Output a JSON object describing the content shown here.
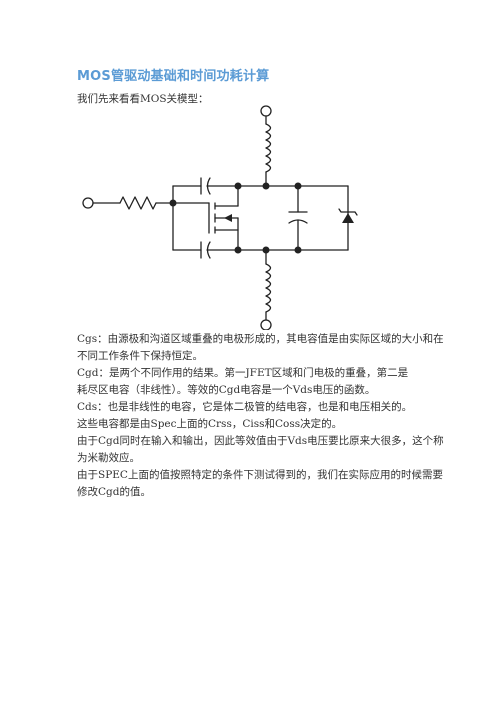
{
  "document": {
    "title": "MOS管驱动基础和时间功耗计算",
    "intro": "我们先来看看MOS关模型：",
    "paragraphs": [
      {
        "lines": [
          "Cgs：由源极和沟道区域重叠的电极形成的，其电容值是由实际区域的大小和在",
          "不同工作条件下保持恒定。"
        ]
      },
      {
        "lines": [
          "Cgd：是两个不同作用的结果。第一JFET区域和门电极的重叠，第二是",
          "耗尽区电容（非线性）。等效的Cgd电容是一个Vds电压的函数。"
        ]
      },
      {
        "lines": [
          "Cds：也是非线性的电容，它是体二极管的结电容，也是和电压相关的。"
        ]
      },
      {
        "lines": [
          "这些电容都是由Spec上面的Crss，Ciss和Coss决定的。"
        ]
      },
      {
        "lines": [
          "由于Cgd同时在输入和输出，因此等效值由于Vds电压要比原来大很多，这个称",
          "为米勒效应。"
        ]
      },
      {
        "lines": [
          "由于SPEC上面的值按照特定的条件下测试得到的，我们在实际应用的时候需要",
          "修改Cgd的值。"
        ]
      }
    ]
  }
}
